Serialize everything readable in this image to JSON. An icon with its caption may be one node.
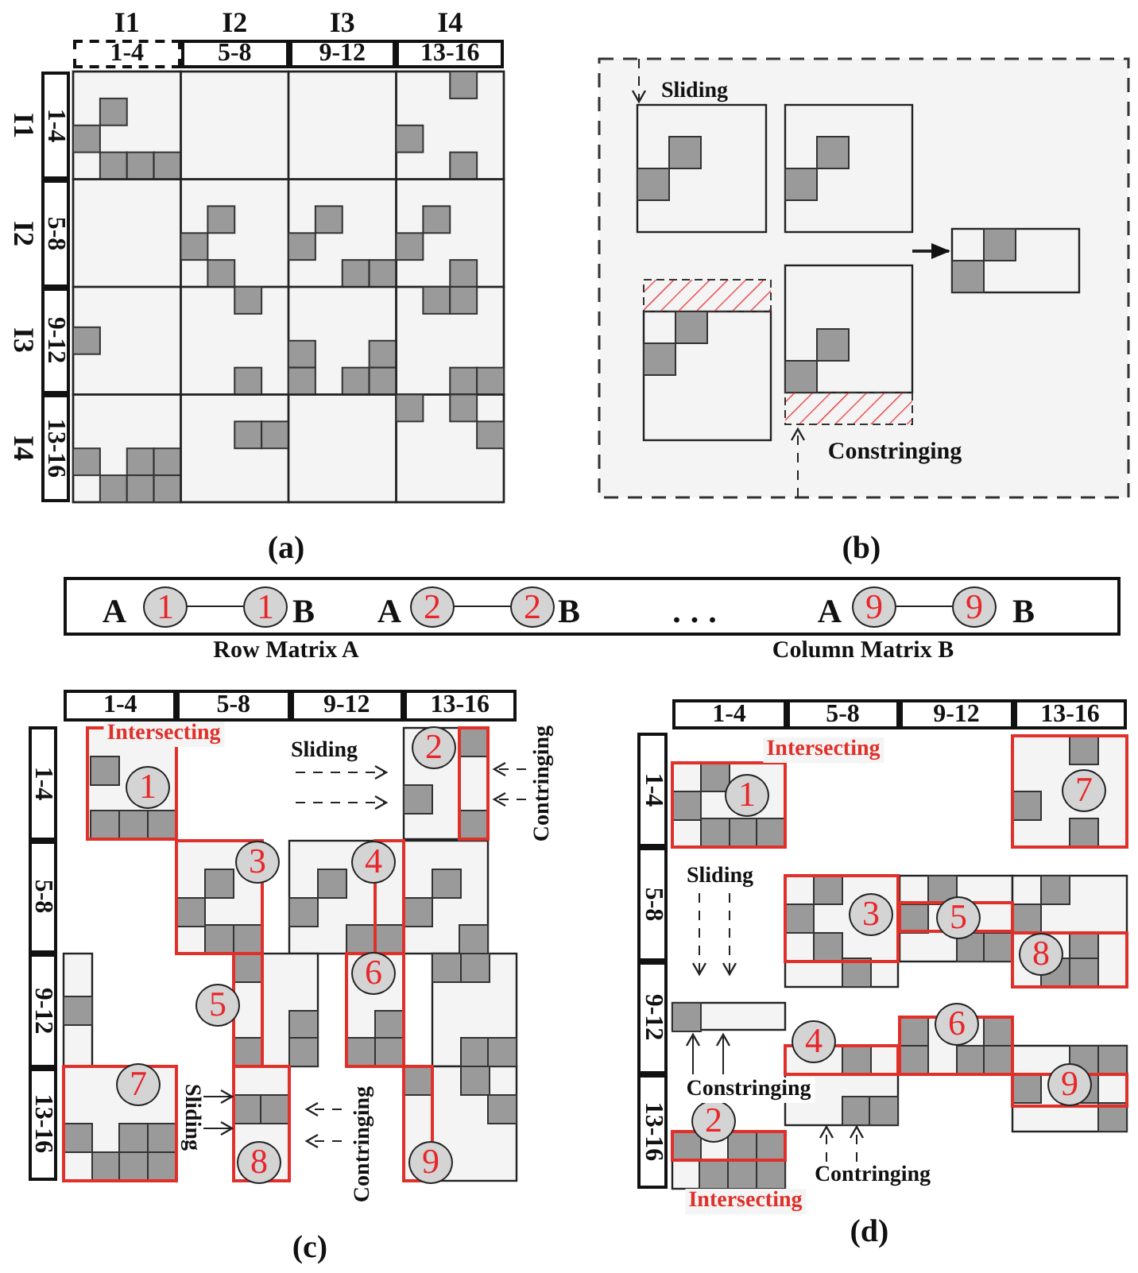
{
  "diagram": {
    "nodes": [
      {
        "text": [
          "1-4"
        ],
        "beside": [
          "I1"
        ]
      },
      {
        "text": [
          "5-8"
        ],
        "beside": [
          "I2"
        ]
      },
      {
        "text": [
          "9-12"
        ],
        "beside": [
          "I3"
        ]
      },
      {
        "text": [
          "13-16"
        ],
        "beside": [
          "I4"
        ]
      },
      {
        "text": [
          "1-4"
        ],
        "beside": [
          "I1"
        ]
      },
      {
        "text": [
          "5-8"
        ],
        "beside": [
          "I2"
        ]
      },
      {
        "text": [
          "9-12"
        ],
        "beside": [
          "I3"
        ]
      },
      {
        "text": [
          "13-16"
        ],
        "beside": [
          "I4"
        ]
      },
      {
        "text": [],
        "shape": "box"
      },
      {
        "text": [
          "1"
        ],
        "in": 8
      },
      {
        "text": [
          "1"
        ],
        "in": 8
      },
      {
        "text": [
          "2"
        ],
        "in": 8
      },
      {
        "text": [
          "2"
        ],
        "in": 8
      },
      {
        "text": [
          "9"
        ],
        "in": 8
      },
      {
        "text": [
          "9"
        ],
        "in": 8
      },
      {
        "text": [
          "1-4"
        ]
      },
      {
        "text": [
          "5-8"
        ]
      },
      {
        "text": [
          "9-12"
        ]
      },
      {
        "text": [
          "13-16"
        ]
      },
      {
        "text": [
          "1-4"
        ]
      },
      {
        "text": [
          "5-8"
        ]
      },
      {
        "text": [
          "9-12"
        ]
      },
      {
        "text": [
          "13-16"
        ]
      },
      {
        "text": [
          "1"
        ]
      },
      {
        "text": [
          "2"
        ]
      },
      {
        "text": [
          "3"
        ]
      },
      {
        "text": [
          "4"
        ]
      },
      {
        "text": [
          "5"
        ]
      },
      {
        "text": [
          "6"
        ]
      },
      {
        "text": [
          "7"
        ]
      },
      {
        "text": [
          "8"
        ]
      },
      {
        "text": [
          "9"
        ]
      },
      {
        "text": [
          "1-4"
        ]
      },
      {
        "text": [
          "5-8"
        ]
      },
      {
        "text": [
          "9-12"
        ]
      },
      {
        "text": [
          "13-16"
        ]
      },
      {
        "text": [
          "1-4"
        ]
      },
      {
        "text": [
          "5-8"
        ]
      },
      {
        "text": [
          "9-12"
        ]
      },
      {
        "text": [
          "13-16"
        ]
      },
      {
        "text": [
          "1"
        ]
      },
      {
        "text": [
          "2"
        ]
      },
      {
        "text": [
          "3"
        ]
      },
      {
        "text": [
          "4"
        ]
      },
      {
        "text": [
          "5"
        ]
      },
      {
        "text": [
          "6"
        ]
      },
      {
        "text": [
          "7"
        ]
      },
      {
        "text": [
          "8"
        ]
      },
      {
        "text": [
          "9"
        ]
      }
    ],
    "edges": [
      {
        "from": 9,
        "to": 10,
        "arrow": "none"
      },
      {
        "from": 11,
        "to": 12,
        "arrow": "none"
      },
      {
        "from": 13,
        "to": 14,
        "arrow": "none"
      }
    ],
    "labels": [
      "Sliding",
      "Constringing",
      "(a)",
      "(b)",
      "A",
      "B",
      "A",
      "B",
      "...",
      "A",
      "B",
      "Row Matrix A",
      "Column Matrix B",
      "Intersecting",
      "Sliding",
      "Contringing",
      "Sliding",
      "Contringing",
      "(c)",
      "Intersecting",
      "Sliding",
      "Constringing",
      "Contringing",
      "Intersecting",
      "(d)"
    ]
  }
}
